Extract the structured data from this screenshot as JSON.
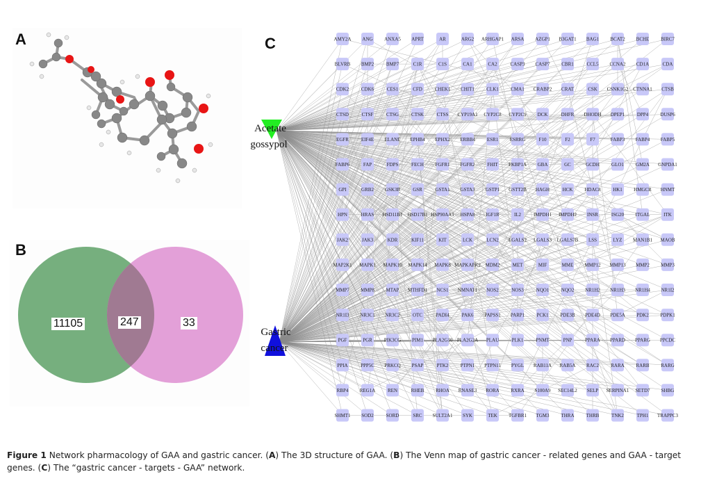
{
  "panels": {
    "a": {
      "label": "A",
      "description": "3D ball-and-stick structure of GAA"
    },
    "b": {
      "label": "B"
    },
    "c": {
      "label": "C"
    }
  },
  "venn": {
    "set_labels": [
      "",
      ""
    ],
    "left_only": "11105",
    "intersection": "247",
    "right_only": "33",
    "colors": {
      "left": "#6aa873",
      "right": "#e29bd6",
      "overlap": "#a07a92"
    }
  },
  "network": {
    "compound_node": {
      "label_line1": "Acetate",
      "label_line2": "gossypol",
      "shape": "triangle-down",
      "color": "#22ee22"
    },
    "disease_node": {
      "label_line1": "Gastric",
      "label_line2": "cancer",
      "shape": "triangle-up",
      "color": "#1010dd"
    },
    "target_color": "#c8c8f8",
    "columns": 14,
    "targets": [
      "AMY2A",
      "ANG",
      "ANXA5",
      "APRT",
      "AR",
      "ARG2",
      "ARHGAP1",
      "ARSA",
      "AZGP1",
      "B3GAT1",
      "BAG1",
      "BCAT2",
      "BCHE",
      "BIRC7",
      "BLVRB",
      "BMP2",
      "BMP7",
      "C1R",
      "C1S",
      "CA1",
      "CA2",
      "CASP3",
      "CASP7",
      "CBR1",
      "CCL5",
      "CCNA2",
      "CD1A",
      "CDA",
      "CDK2",
      "CDK6",
      "CES1",
      "CFD",
      "CHEK1",
      "CHIT1",
      "CLK1",
      "CMA1",
      "CRABP2",
      "CRAT",
      "CSK",
      "CSNK1G2",
      "CTNNA1",
      "CTSB",
      "CTSD",
      "CTSF",
      "CTSG",
      "CTSK",
      "CTSS",
      "CYP19A1",
      "CYP2C8",
      "CYP2C9",
      "DCK",
      "DHFR",
      "DHODH",
      "DPEP1",
      "DPP4",
      "DUSP6",
      "EGFR",
      "EIF4E",
      "ELANE",
      "EPHB4",
      "EPHX2",
      "ERBB4",
      "ESR1",
      "ESRRG",
      "F10",
      "F2",
      "F7",
      "FABP3",
      "FABP4",
      "FABP5",
      "FABP6",
      "FAP",
      "FDPS",
      "FECH",
      "FGFR1",
      "FGFR2",
      "FHIT",
      "FKBP1A",
      "GBA",
      "GC",
      "GCDH",
      "GLO1",
      "GM2A",
      "GNPDA1",
      "GPI",
      "GRB2",
      "GSK3B",
      "GSR",
      "GSTA1",
      "GSTA3",
      "GSTP1",
      "GSTT2B",
      "HAGH",
      "HCK",
      "HDAC8",
      "HK1",
      "HMGCR",
      "HNMT",
      "HPN",
      "HRAS",
      "HSD11B1",
      "HSD17B1",
      "HSP90AA1",
      "HSPA8",
      "IGF1R",
      "IL2",
      "IMPDH1",
      "IMPDH2",
      "INSR",
      "ISG20",
      "ITGAL",
      "ITK",
      "JAK2",
      "JAK3",
      "KDR",
      "KIF11",
      "KIT",
      "LCK",
      "LCN2",
      "LGALS2",
      "LGALS3",
      "LGALS7B",
      "LSS",
      "LYZ",
      "MAN1B1",
      "MAOB",
      "MAP2K1",
      "MAPK1",
      "MAPK10",
      "MAPK14",
      "MAPK8",
      "MAPKAPK2",
      "MDM2",
      "MET",
      "MIF",
      "MME",
      "MMP12",
      "MMP13",
      "MMP2",
      "MMP3",
      "MMP7",
      "MMP8",
      "MTAP",
      "MTHFD1",
      "NCS1",
      "NMNAT1",
      "NOS2",
      "NOS3",
      "NQO1",
      "NQO2",
      "NR1H2",
      "NR1H3",
      "NR1H4",
      "NR1I2",
      "NR1I3",
      "NR3C1",
      "NR3C2",
      "OTC",
      "PADI4",
      "PAK6",
      "PAPSS1",
      "PARP1",
      "PCK1",
      "PDE3B",
      "PDE4D",
      "PDE5A",
      "PDK2",
      "PDPK1",
      "PGF",
      "PGR",
      "PIK3CG",
      "PIM1",
      "PLA2G10",
      "PLA2G2A",
      "PLAU",
      "PLK1",
      "PNMT",
      "PNP",
      "PPARA",
      "PPARD",
      "PPARG",
      "PPCDC",
      "PPIA",
      "PPP5C",
      "PRKCQ",
      "PSAP",
      "PTK2",
      "PTPN1",
      "PTPN11",
      "PYGL",
      "RAB11A",
      "RAB5A",
      "RAC2",
      "RARA",
      "RARB",
      "RARG",
      "RBP4",
      "REG1A",
      "REN",
      "RHEB",
      "RHOA",
      "RNASE3",
      "RORA",
      "RXRA",
      "S100A9",
      "SEC14L2",
      "SELP",
      "SERPINA1",
      "SETD7",
      "SHBG",
      "SHMT1",
      "SOD2",
      "SORD",
      "SRC",
      "SULT2A1",
      "SYK",
      "TEK",
      "TGFBR1",
      "TGM3",
      "THRA",
      "THRB",
      "TNK2",
      "TPH1",
      "TRAPPC3"
    ]
  },
  "caption": {
    "figure_label": "Figure 1",
    "intro": " Network pharmacology of GAA and gastric cancer. (",
    "a_label": "A",
    "a_text": ") The 3D structure of GAA. (",
    "b_label": "B",
    "b_text": ") The Venn map of gastric cancer - related genes and GAA - target genes. (",
    "c_label": "C",
    "c_text": ") The “gastric cancer - targets - GAA” network."
  }
}
